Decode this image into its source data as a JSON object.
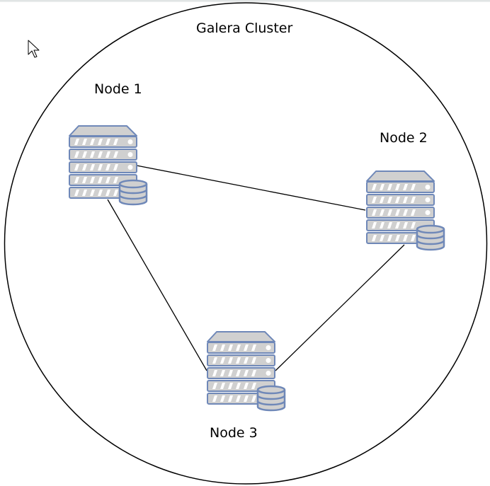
{
  "diagram": {
    "title": "Galera Cluster",
    "nodes": [
      {
        "id": "node1",
        "label": "Node 1",
        "icon": "database-server-icon"
      },
      {
        "id": "node2",
        "label": "Node 2",
        "icon": "database-server-icon"
      },
      {
        "id": "node3",
        "label": "Node 3",
        "icon": "database-server-icon"
      }
    ],
    "connections": [
      {
        "from": "node1",
        "to": "node2"
      },
      {
        "from": "node1",
        "to": "node3"
      },
      {
        "from": "node2",
        "to": "node3"
      }
    ],
    "colors": {
      "server_fill": "#d0d0d0",
      "server_stroke": "#6f88b8",
      "stripe": "#ffffff",
      "line": "#000000"
    }
  },
  "cursor": {
    "icon": "mouse-pointer-icon"
  }
}
